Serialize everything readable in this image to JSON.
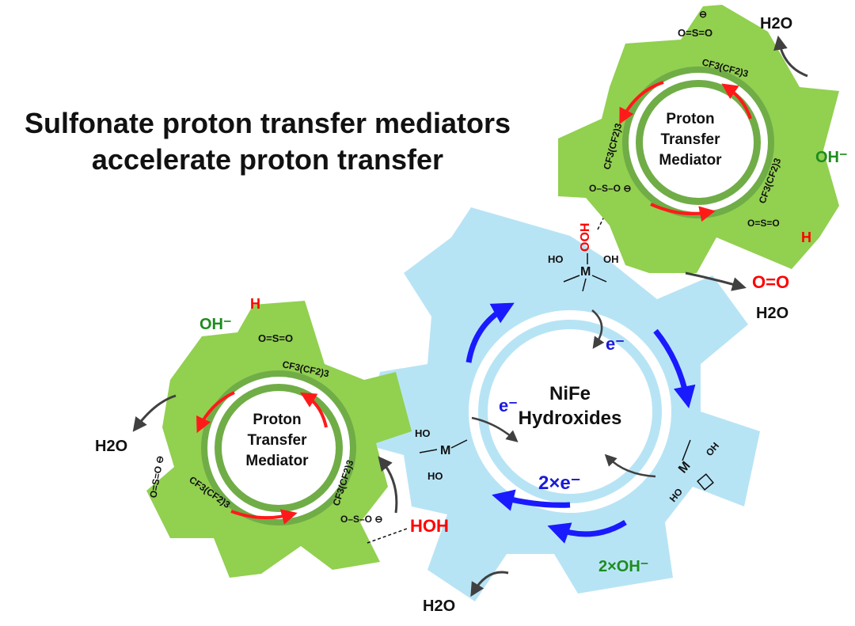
{
  "title": {
    "line1": "Sulfonate proton transfer mediators",
    "line2": "accelerate proton transfer"
  },
  "colors": {
    "green_gear": "#92d050",
    "green_dark": "#70ad47",
    "blue_gear": "#b7e4f5",
    "red_arrow": "#ff1a1a",
    "blue_arrow": "#1a1aff",
    "green_text": "#1e8c1e",
    "red_text": "#ff0000",
    "blue_text": "#1a1adb"
  },
  "top_mediator": {
    "label_line1": "Proton",
    "label_line2": "Transfer",
    "label_line3": "Mediator",
    "chain_top": "CF3(CF2)3",
    "chain_left": "CF3(CF2)3",
    "chain_right": "CF3(CF2)3",
    "sulfonate_top": "O=S=O",
    "proton": "H"
  },
  "left_mediator": {
    "label_line1": "Proton",
    "label_line2": "Transfer",
    "label_line3": "Mediator",
    "chain_top": "CF3(CF2)3",
    "chain_left": "CF3(CF2)3",
    "chain_right": "CF3(CF2)3",
    "sulfonate_top": "O=S=O",
    "proton": "H"
  },
  "catalyst": {
    "label_line1": "NiFe",
    "label_line2": "Hydroxides"
  },
  "species": {
    "h2o_top": "H2O",
    "oh_right": "OH⁻",
    "oxygen": "O=O",
    "h2o_mid": "H2O",
    "oh_left": "OH⁻",
    "h2o_left": "H2O",
    "hoh": "HOH",
    "two_oh": "2×OH⁻",
    "h2o_bottom": "H2O",
    "electron_top": "e⁻",
    "electron_left": "e⁻",
    "two_electrons": "2×e⁻",
    "ooh": "OOH",
    "metal": "M",
    "ho": "HO",
    "oh": "OH"
  }
}
